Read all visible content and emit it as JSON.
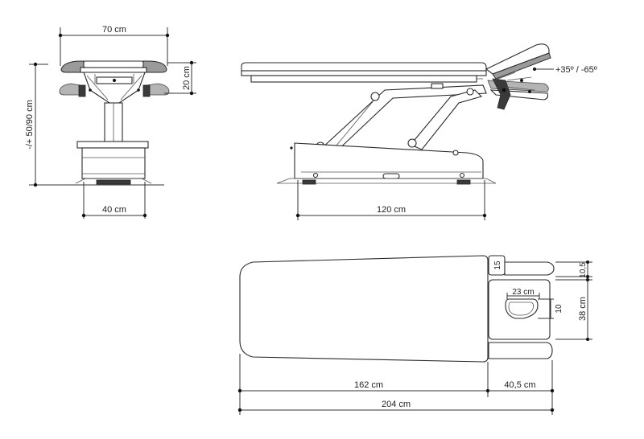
{
  "dimensions": {
    "front_width": "70 cm",
    "front_height_range": "-/+ 50/90 cm",
    "front_pad_tilt": "20 cm",
    "front_base": "40 cm",
    "side_base": "120 cm",
    "head_angle": "+35º / -65º",
    "top_side_piece": "15",
    "top_side_offset": "10,5",
    "face_hole_width": "23 cm",
    "face_hole_height": "10",
    "head_width": "38 cm",
    "body_length": "162 cm",
    "head_length": "40,5 cm",
    "total_length": "204 cm"
  },
  "colors": {
    "line": "#333333",
    "pad": "#9a9a9a",
    "dark": "#3a3a3a"
  }
}
